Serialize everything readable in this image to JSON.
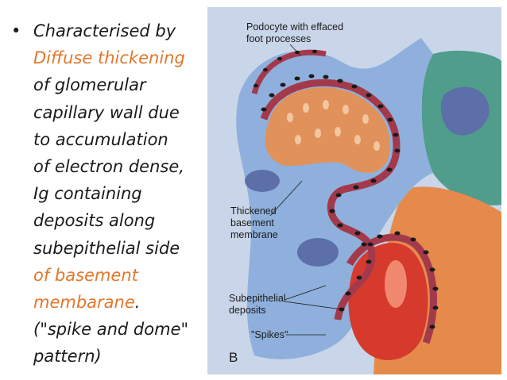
{
  "slide": {
    "bullet_symbol": "•",
    "bullet_lines": [
      "Characterised by",
      "Diffuse thickening",
      "of glomerular",
      "capillary wall due",
      "to accumulation",
      "of electron dense,",
      "Ig containing",
      "deposits along",
      "subepithelial side",
      "of basement",
      "membarane",
      ".",
      "(\"spike and dome\"",
      "pattern)"
    ],
    "highlight_color": "#e2772b"
  },
  "figure": {
    "labels": {
      "podocyte_line1": "Podocyte with effaced",
      "podocyte_line2": "foot processes",
      "thickened_line1": "Thickened",
      "thickened_line2": "basement",
      "thickened_line3": "membrane",
      "subepithelial_line1": "Subepithelial",
      "subepithelial_line2": "deposits",
      "spikes": "\"Spikes\"",
      "panel": "B"
    }
  }
}
